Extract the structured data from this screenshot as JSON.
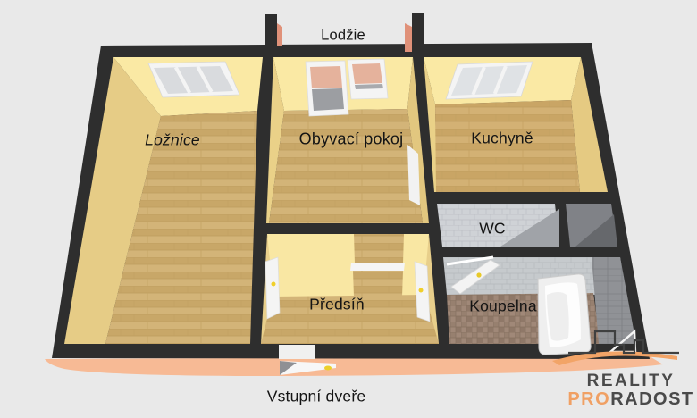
{
  "floorplan": {
    "balcony_label": "Lodžie",
    "entrance_label": "Vstupní dveře",
    "rooms": [
      {
        "name": "Ložnice"
      },
      {
        "name": "Obyvací pokoj"
      },
      {
        "name": "Kuchyně"
      },
      {
        "name": "WC"
      },
      {
        "name": "Koupelna"
      },
      {
        "name": "Předsíň"
      }
    ]
  },
  "logo": {
    "word1": "REALITY",
    "word2_accent": "PRO",
    "word2_rest": "RADOST"
  },
  "colors": {
    "background": "#e9e9e9",
    "wall_dark": "#2e2e2e",
    "wall_yellow_back": "#fae9a4",
    "wall_yellow_side": "#e6cc86",
    "floor_wood": "#d3b478",
    "loggia_wall": "#e09179",
    "floor_slab": "#f7ba95",
    "tile_light": "#cfd2d6",
    "tile_gray": "#909296",
    "bath_floor": "#a08878",
    "door_white": "#f4f4f4",
    "door_handle": "#f0cf2a",
    "label_text": "#141414",
    "logo_dark": "#4a4a4a",
    "logo_orange": "#f0a064"
  }
}
